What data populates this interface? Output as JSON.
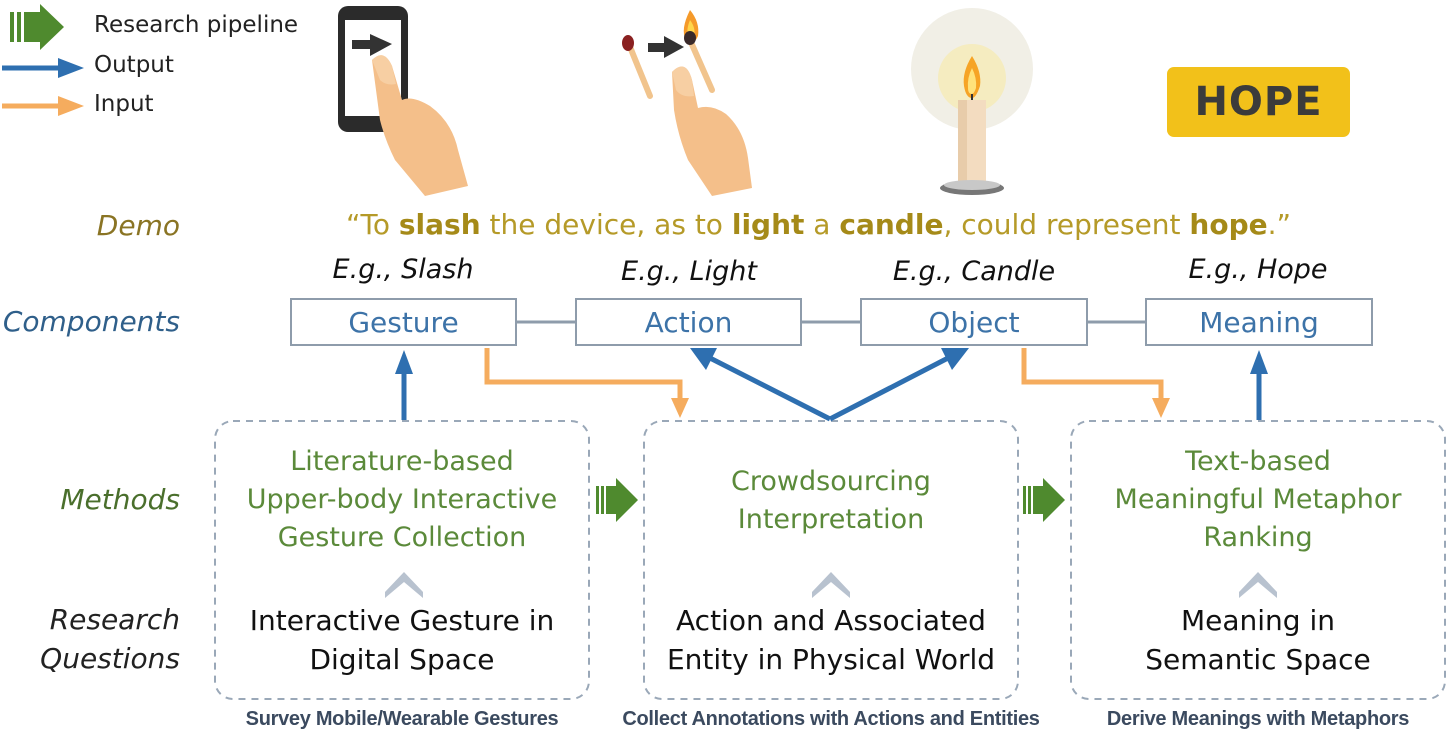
{
  "legend": {
    "pipeline_label": "Research pipeline",
    "output_label": "Output",
    "input_label": "Input"
  },
  "row_labels": {
    "demo": "Demo",
    "components": "Components",
    "methods": "Methods",
    "research_questions_line1": "Research",
    "research_questions_line2": "Questions"
  },
  "demo": {
    "open_quote": "“To ",
    "w1": "slash",
    "t1": " the device, as to ",
    "w2": "light",
    "t2": " a ",
    "w3": "candle",
    "t3": ", could represent ",
    "w4": "hope",
    "close": ".”"
  },
  "hope_badge": "HOPE",
  "examples": [
    "E.g., Slash",
    "E.g., Light",
    "E.g., Candle",
    "E.g., Hope"
  ],
  "components": [
    "Gesture",
    "Action",
    "Object",
    "Meaning"
  ],
  "methods": [
    {
      "lines": [
        "Literature-based",
        "Upper-body Interactive",
        "Gesture Collection"
      ]
    },
    {
      "lines": [
        "Crowdsourcing",
        "Interpretation"
      ]
    },
    {
      "lines": [
        "Text-based",
        "Meaningful Metaphor",
        "Ranking"
      ]
    }
  ],
  "research_questions": [
    {
      "lines": [
        "Interactive Gesture in",
        "Digital Space"
      ]
    },
    {
      "lines": [
        "Action and Associated",
        "Entity in Physical World"
      ]
    },
    {
      "lines": [
        "Meaning in",
        "Semantic Space"
      ]
    }
  ],
  "captions": [
    "Survey Mobile/Wearable Gestures",
    "Collect Annotations with Actions and Entities",
    "Derive Meanings with Metaphors"
  ],
  "colors": {
    "pipeline_green": "#4f8a2e",
    "output_blue": "#2e6fb0",
    "input_orange": "#f5ac5e",
    "box_border": "#8e9cab",
    "dashed_border": "#9aa8b8",
    "demo_gold": "#b59a28",
    "badge_yellow": "#f2c11a"
  },
  "icons": [
    "phone-swipe-icon",
    "match-light-icon",
    "candle-icon"
  ]
}
